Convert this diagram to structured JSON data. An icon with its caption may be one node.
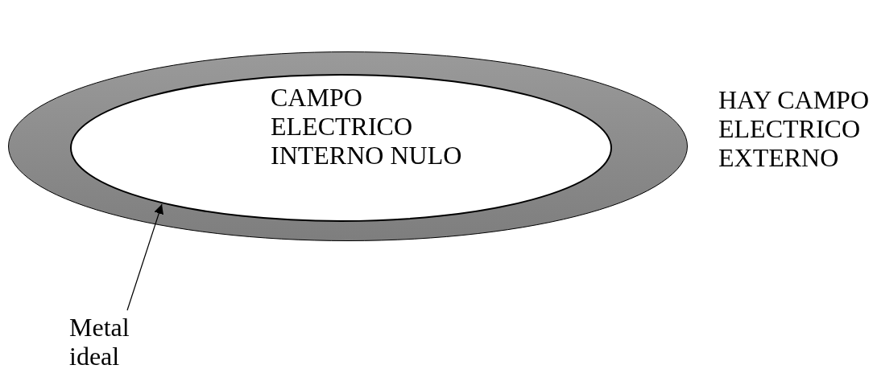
{
  "diagram": {
    "nodes": [
      {
        "text": [],
        "shape": "ellipse"
      },
      {
        "text": [
          "CAMPO ELECTRICO INTERNO NULO"
        ],
        "in": 0
      },
      {
        "text": [
          "Metal ideal"
        ]
      }
    ],
    "edges": [
      {
        "from": 2,
        "to": 0,
        "arrow": "to"
      }
    ],
    "labels": [
      "HAY CAMPO ELECTRICO EXTERNO"
    ]
  }
}
